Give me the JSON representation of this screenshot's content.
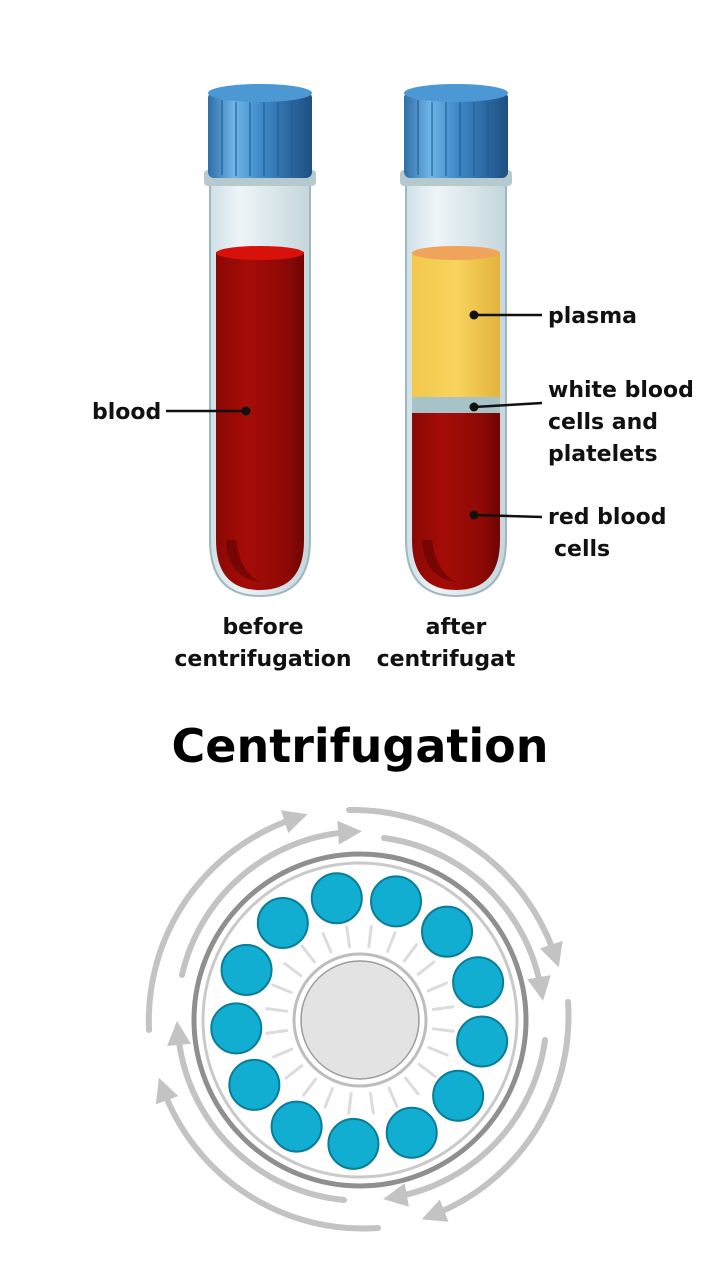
{
  "tubes": {
    "before": {
      "caption_line1": "before",
      "caption_line2": "centrifugation",
      "label_blood": "blood"
    },
    "after": {
      "caption_line1": "after",
      "caption_line2": "centrifugat",
      "label_plasma": "plasma",
      "label_wbc_line1": "white blood",
      "label_wbc_line2": "cells and",
      "label_wbc_line3": "platelets",
      "label_rbc_line1": "red blood",
      "label_rbc_line2": "cells"
    }
  },
  "title": "Centrifugation",
  "centrifuge": {
    "sample_count": 13,
    "direction": "clockwise"
  },
  "colors": {
    "blood": "#9e0a06",
    "blood_dark": "#6e0503",
    "plasma": "#f6cd55",
    "buffy_coat": "#a7c3c8",
    "cap": "#3c86c4",
    "sample": "#12aed2",
    "arrow": "#c3c3c3"
  }
}
